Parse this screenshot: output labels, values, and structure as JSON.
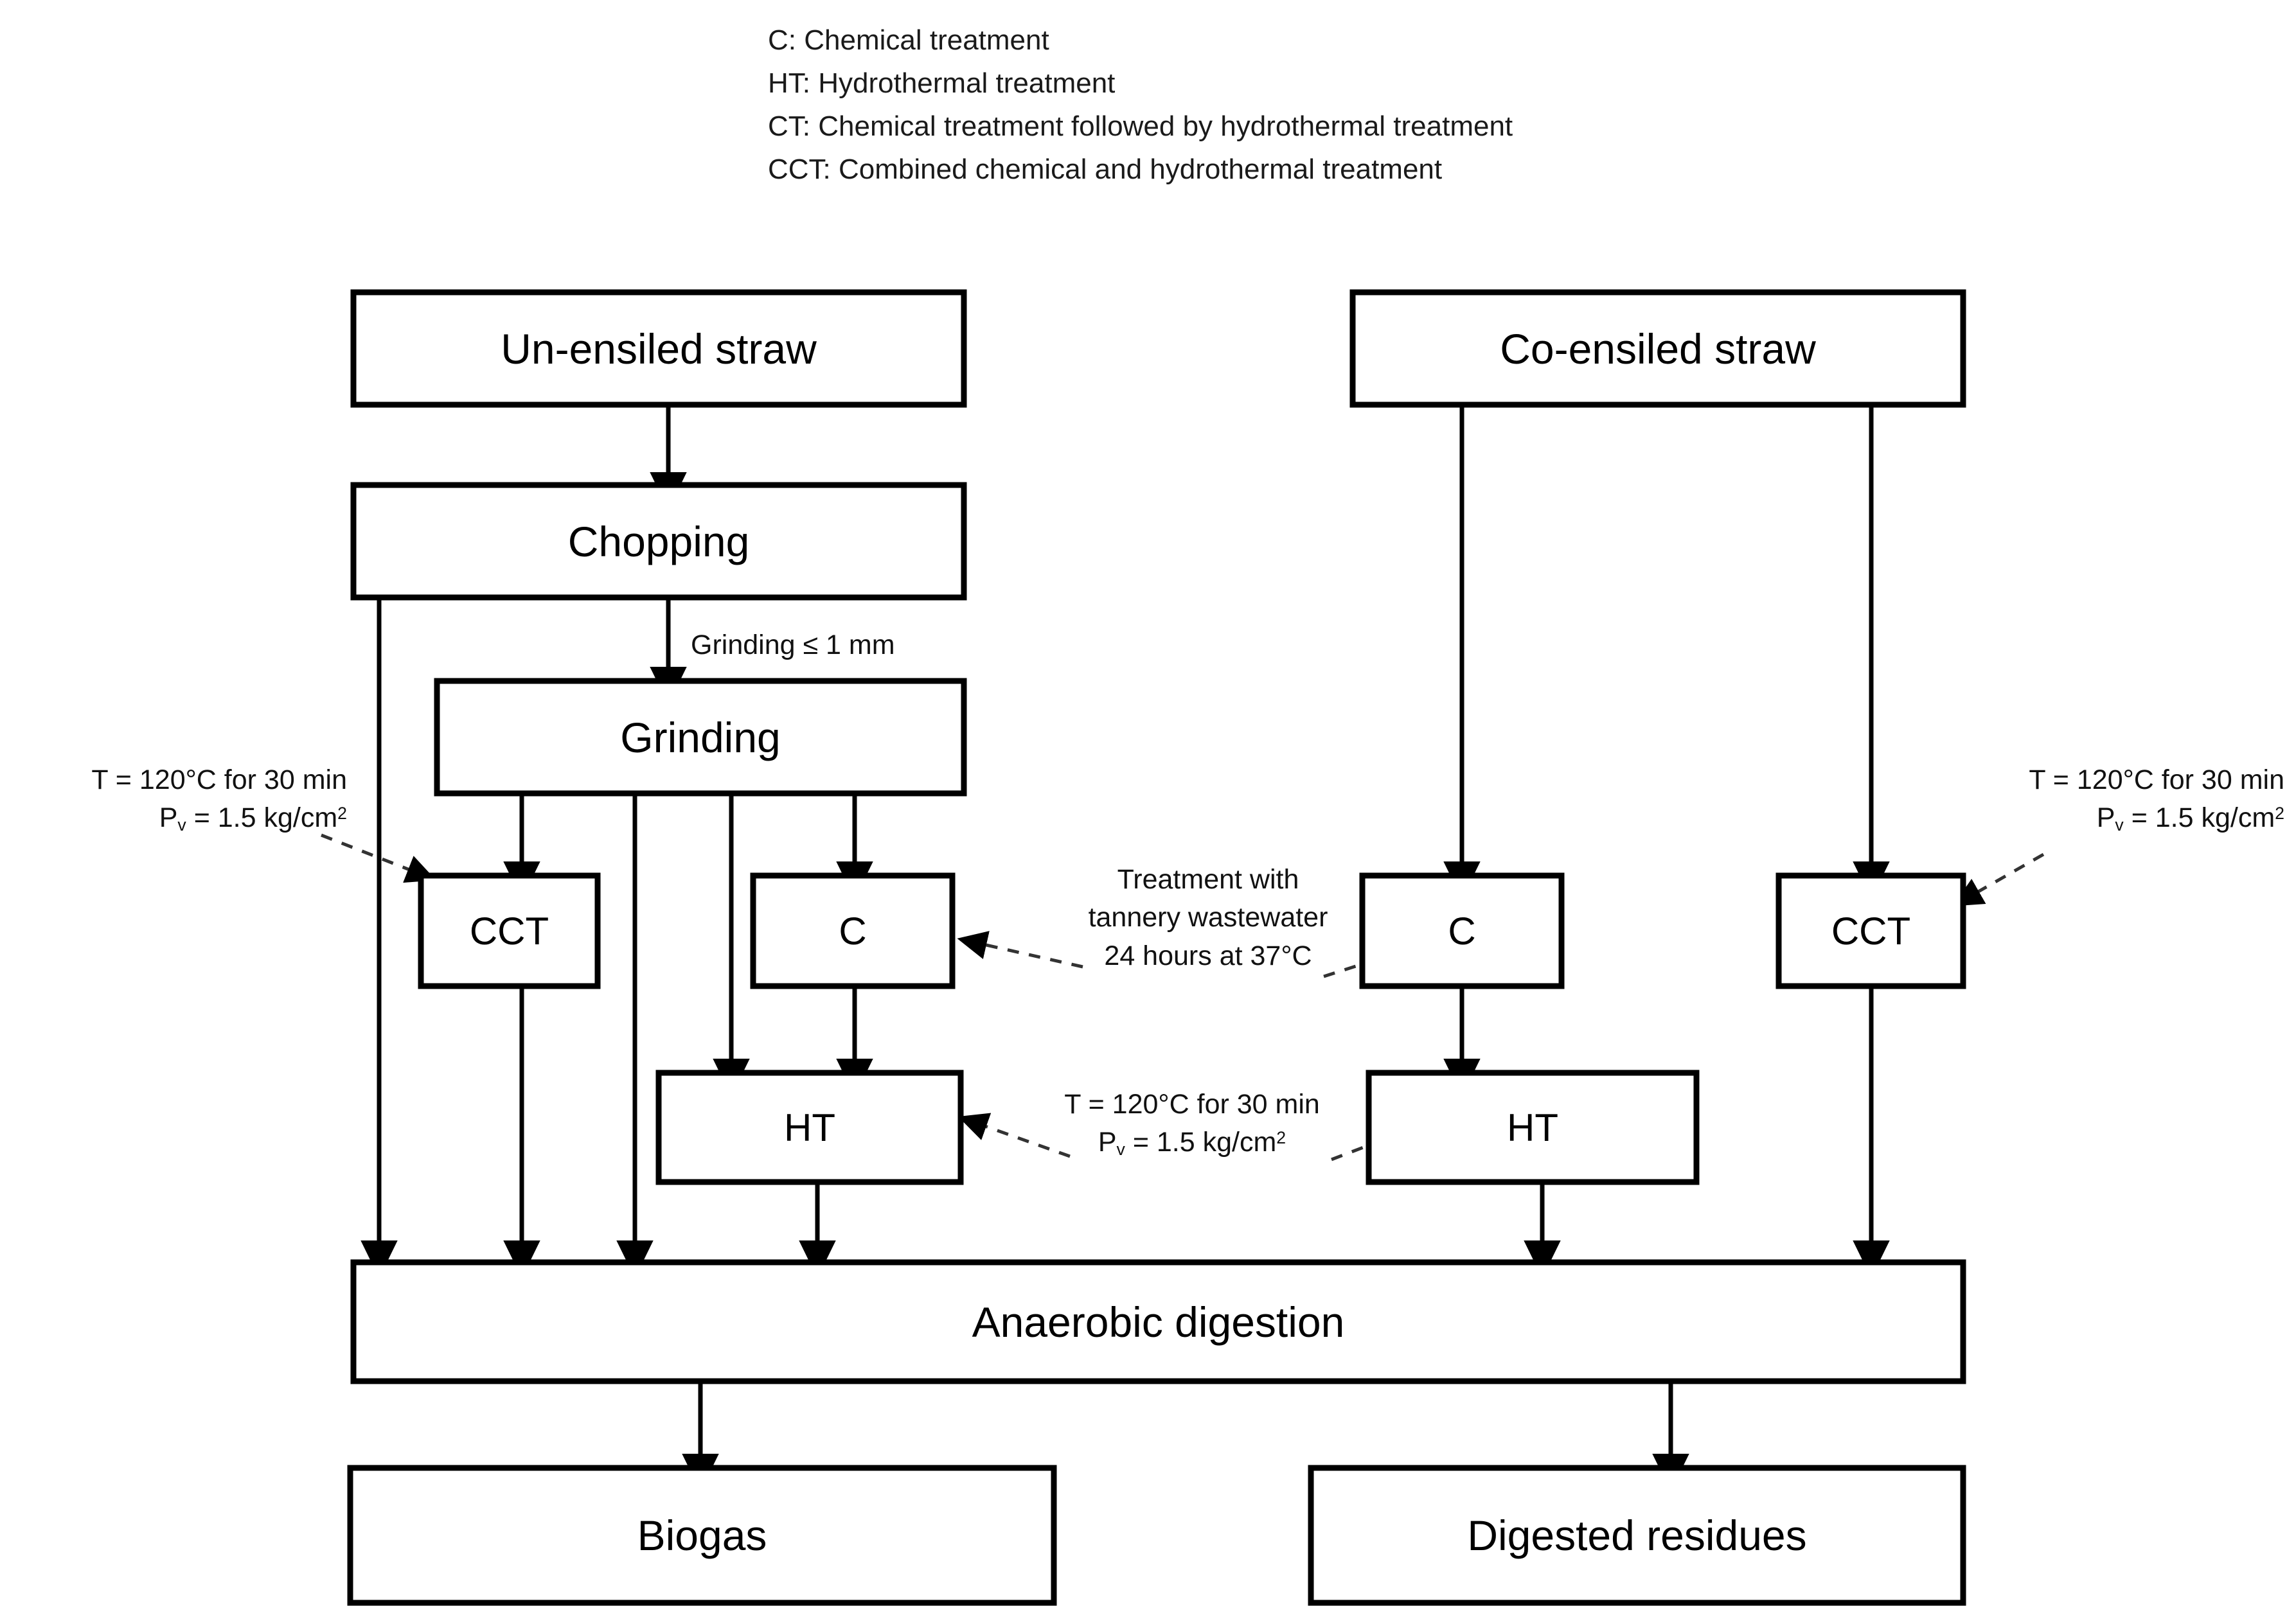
{
  "legend": {
    "lines": [
      "C: Chemical treatment",
      "HT: Hydrothermal treatment",
      "CT: Chemical treatment followed by hydrothermal treatment",
      "CCT: Combined chemical and hydrothermal treatment"
    ]
  },
  "nodes": {
    "un_ensiled_straw": "Un-ensiled straw",
    "chopping": "Chopping",
    "grinding": "Grinding",
    "left_cct": "CCT",
    "left_c": "C",
    "left_ht": "HT",
    "co_ensiled_straw": "Co-ensiled straw",
    "right_c": "C",
    "right_cct": "CCT",
    "right_ht": "HT",
    "anaerobic_digestion": "Anaerobic digestion",
    "biogas": "Biogas",
    "digested_residues": "Digested residues"
  },
  "annotations": {
    "grinding_edge": "Grinding ≤ 1 mm",
    "left_cct_temp": "T = 120°C for 30 min",
    "left_cct_pressure_prefix": "P",
    "left_cct_pressure_sub": "v",
    "left_cct_pressure_value": " = 1.5 kg/cm",
    "left_cct_pressure_sup": "2",
    "right_cct_temp": "T = 120°C for 30 min",
    "right_cct_pressure_prefix": "P",
    "right_cct_pressure_sub": "v",
    "right_cct_pressure_value": " = 1.5 kg/cm",
    "right_cct_pressure_sup": "2",
    "ht_temp": "T = 120°C for 30 min",
    "ht_pressure_prefix": "P",
    "ht_pressure_sub": "v",
    "ht_pressure_value": " = 1.5 kg/cm",
    "ht_pressure_sup": "2",
    "tannery_line1": "Treatment with",
    "tannery_line2": "tannery wastewater",
    "tannery_line3": "24 hours at 37°C"
  },
  "colors": {
    "stroke": "#000000",
    "fill": "#ffffff",
    "text": "#000000",
    "background": "#ffffff"
  }
}
